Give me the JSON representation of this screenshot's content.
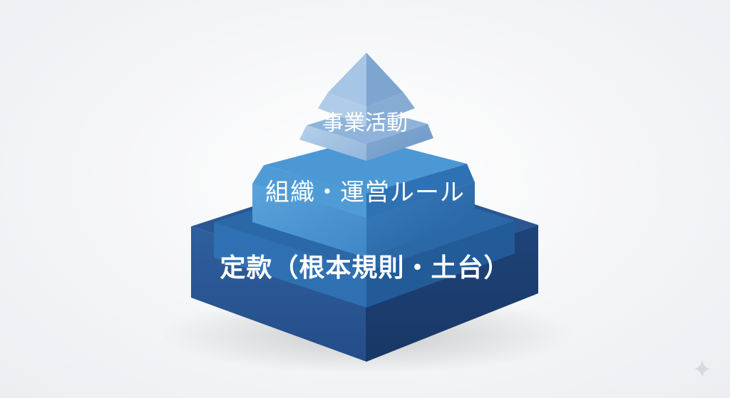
{
  "diagram": {
    "tiers": [
      {
        "id": "top",
        "label": "事業活動"
      },
      {
        "id": "middle",
        "label": "組織・運営ルール"
      },
      {
        "id": "base",
        "label": "定款（根本規則・土台）"
      }
    ]
  },
  "colors": {
    "top_light": "#a3c2e0",
    "top_dark": "#7fa6cf",
    "middle_light": "#4f95d0",
    "middle_dark": "#2c6aa8",
    "base_light": "#2c5a98",
    "base_dark": "#1d3f72",
    "label": "#ffffff"
  },
  "icons": {
    "corner": "sparkle-icon"
  }
}
